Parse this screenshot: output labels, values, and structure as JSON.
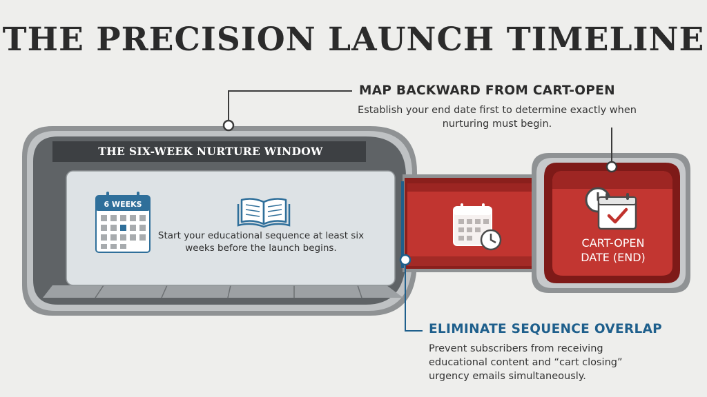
{
  "title": "THE PRECISION LAUNCH TIMELINE",
  "nurture_window": {
    "label": "THE SIX-WEEK NURTURE WINDOW",
    "calendar_badge": "6 WEEKS",
    "description": "Start your educational sequence at least six weeks before the launch begins."
  },
  "cart_open": {
    "label_line1": "CART-OPEN",
    "label_line2": "DATE (END)"
  },
  "callouts": {
    "map_backward": {
      "title": "MAP BACKWARD FROM CART-OPEN",
      "text": "Establish your end date first to determine exactly when nurturing must begin."
    },
    "eliminate_overlap": {
      "title": "ELIMINATE SEQUENCE OVERLAP",
      "text": "Prevent subscribers from receiving educational content and “cart closing” urgency emails simultaneously."
    }
  },
  "colors": {
    "red": "#c0322d",
    "dark_red": "#8e1d1b",
    "gray_frame": "#8e9194",
    "blue_accent": "#1e5f8c",
    "panel": "#dfe3e6"
  },
  "icons": [
    "calendar-icon",
    "open-book-icon",
    "calendar-clock-icon",
    "clock-icon",
    "calendar-check-icon"
  ]
}
